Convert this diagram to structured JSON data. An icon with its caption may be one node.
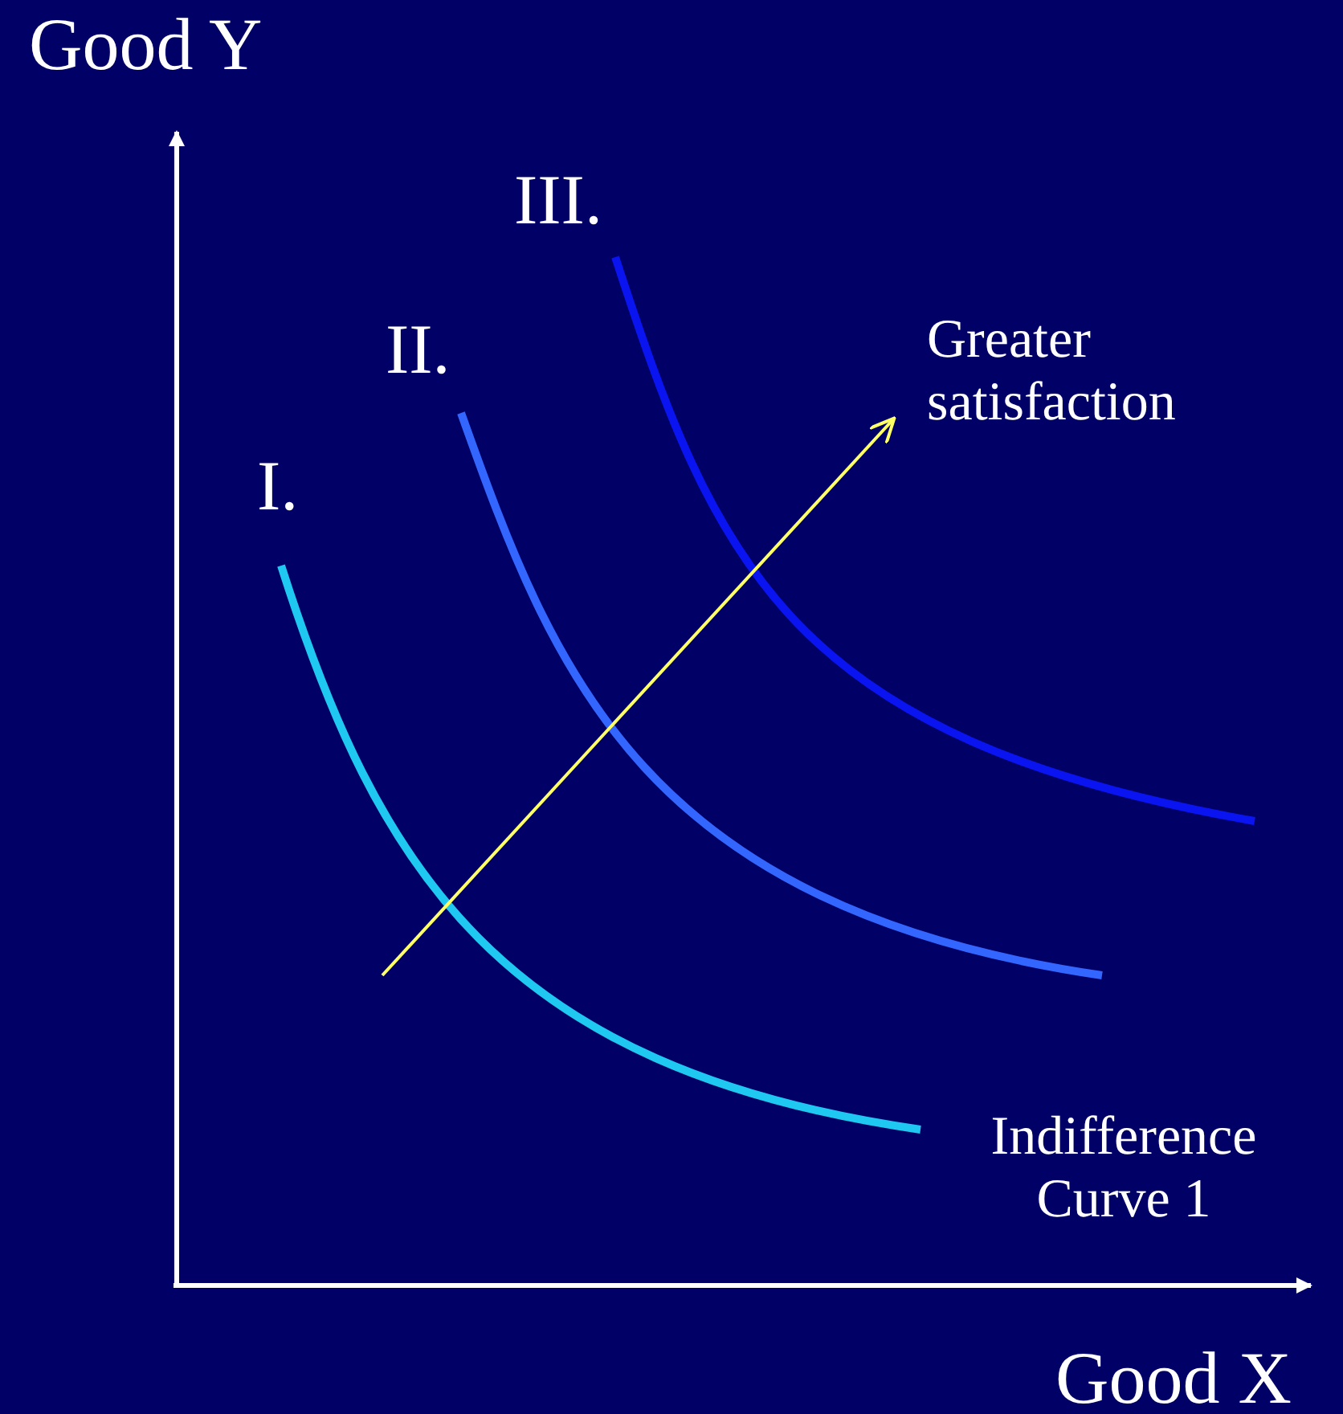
{
  "diagram": {
    "labels": [
      "Good Y",
      "III.",
      "II.",
      "Greater satisfaction",
      "I.",
      "Indifference Curve 1",
      "Good X"
    ]
  }
}
